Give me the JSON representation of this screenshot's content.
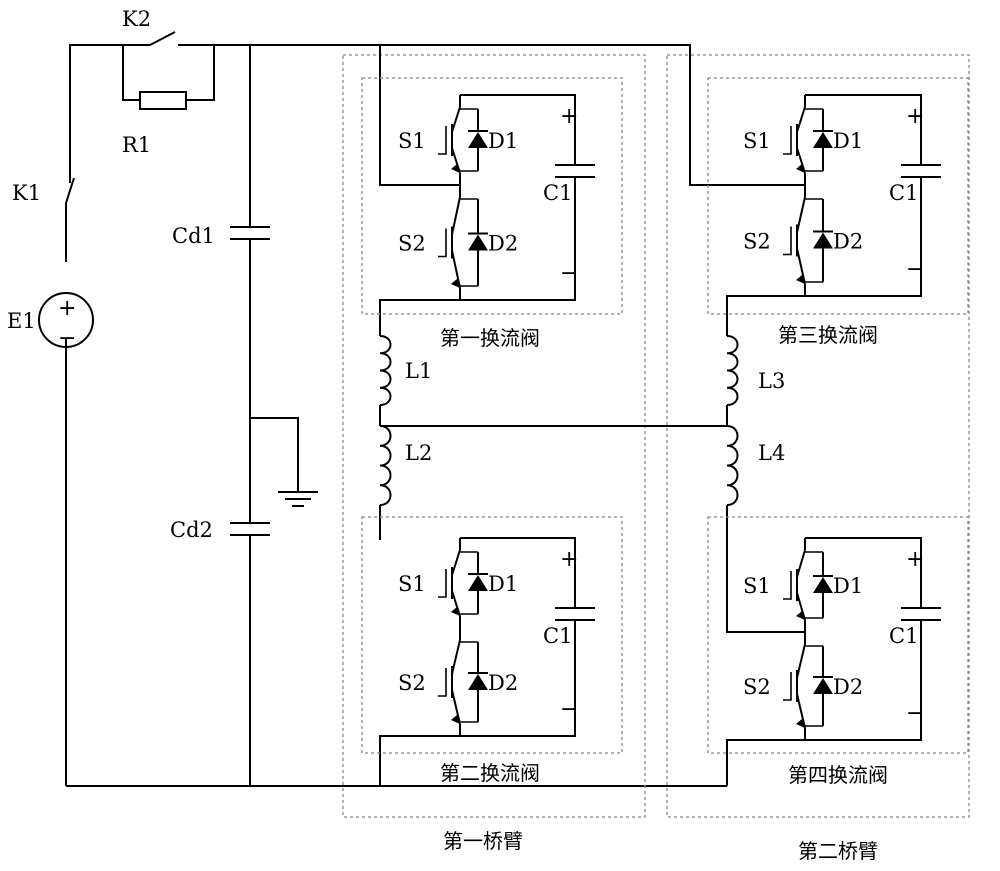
{
  "diagram": {
    "switches": {
      "k1": "K1",
      "k2": "K2"
    },
    "resistor": "R1",
    "source": {
      "name": "E1",
      "plus": "+",
      "minus": "−"
    },
    "dc_caps": {
      "top": "Cd1",
      "bottom": "Cd2"
    },
    "inductors": [
      "L1",
      "L2",
      "L3",
      "L4"
    ],
    "module_labels": {
      "s1": "S1",
      "d1": "D1",
      "s2": "S2",
      "d2": "D2",
      "c1": "C1",
      "plus": "+",
      "minus": "−"
    },
    "valves": [
      "第一换流阀",
      "第二换流阀",
      "第三换流阀",
      "第四换流阀"
    ],
    "arms": [
      "第一桥臂",
      "第二桥臂"
    ]
  }
}
